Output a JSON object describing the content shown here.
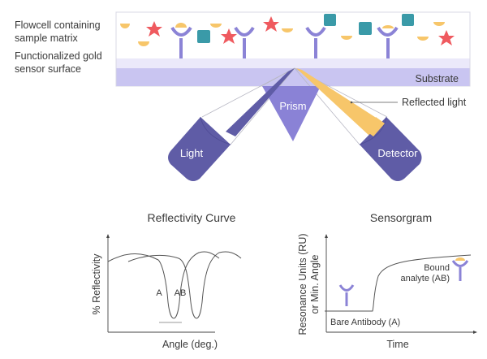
{
  "labels": {
    "flowcell_line1": "Flowcell containing",
    "flowcell_line2": "sample matrix",
    "gold_line1": "Functionalized gold",
    "gold_line2": "sensor surface",
    "substrate": "Substrate",
    "prism": "Prism",
    "light": "Light",
    "detector": "Detector",
    "reflected_light": "Reflected light"
  },
  "colors": {
    "antibody": "#8b83d6",
    "analyte": "#f7c66a",
    "star": "#ef5a5f",
    "square": "#3a9aa8",
    "substrate": "#c9c5f1",
    "gold_layer": "#ebe9fa",
    "device": "#5f5ca6",
    "prism": "#8a82d6"
  },
  "chart_data": [
    {
      "type": "line",
      "title": "Reflectivity Curve",
      "xlabel": "Angle (deg.)",
      "ylabel": "% Reflectivity",
      "series": [
        {
          "name": "A",
          "label": "A"
        },
        {
          "name": "AB",
          "label": "AB"
        }
      ],
      "grid": false
    },
    {
      "type": "line",
      "title": "Sensorgram",
      "xlabel": "Time",
      "ylabel_line1": "Resonance Units (RU)",
      "ylabel_line2": "or Min. Angle",
      "annotations": {
        "bare": "Bare Antibody (A)",
        "bound_line1": "Bound",
        "bound_line2": "analyte (AB)"
      },
      "grid": false
    }
  ]
}
